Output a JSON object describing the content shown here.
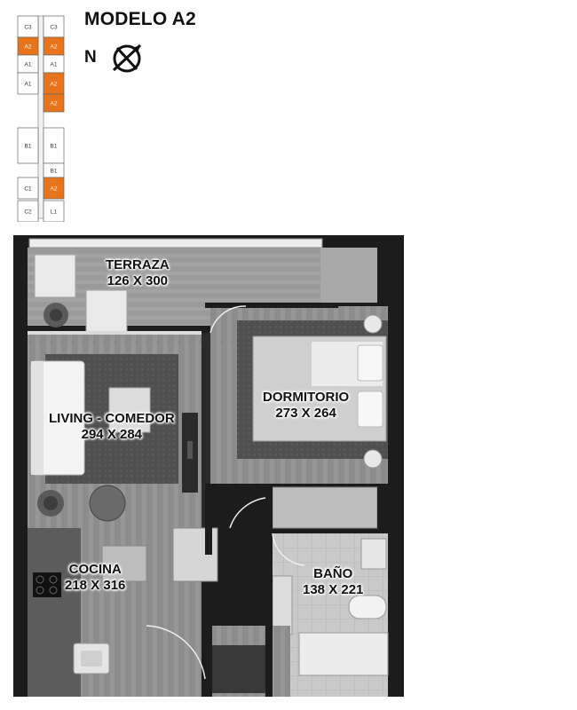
{
  "header": {
    "title": "MODELO A2",
    "north_label": "N"
  },
  "key_plan": {
    "units": [
      {
        "label": "C3",
        "highlighted": false
      },
      {
        "label": "C3",
        "highlighted": false
      },
      {
        "label": "A2",
        "highlighted": true
      },
      {
        "label": "A2",
        "highlighted": true
      },
      {
        "label": "A1",
        "highlighted": false
      },
      {
        "label": "A1",
        "highlighted": false
      },
      {
        "label": "A1",
        "highlighted": false
      },
      {
        "label": "A2",
        "highlighted": true
      },
      {
        "label": "A2",
        "highlighted": true
      },
      {
        "label": "B1",
        "highlighted": false
      },
      {
        "label": "B1",
        "highlighted": false
      },
      {
        "label": "B1",
        "highlighted": false
      },
      {
        "label": "C1",
        "highlighted": false
      },
      {
        "label": "A2",
        "highlighted": true
      },
      {
        "label": "C2",
        "highlighted": false
      },
      {
        "label": "L1",
        "highlighted": false
      }
    ],
    "highlight_color": "#e8731a"
  },
  "rooms": [
    {
      "name": "TERRAZA",
      "dims": "126 X 300"
    },
    {
      "name": "DORMITORIO",
      "dims": "273 X 264"
    },
    {
      "name": "LIVING - COMEDOR",
      "dims": "294 X 284"
    },
    {
      "name": "COCINA",
      "dims": "218 X 316"
    },
    {
      "name": "BAÑO",
      "dims": "138 X 221"
    }
  ],
  "colors": {
    "wall": "#1a1a1a",
    "floor_wood": "#8e8e8e",
    "rug": "#4d4d4d",
    "accent_unit": "#e8731a"
  }
}
